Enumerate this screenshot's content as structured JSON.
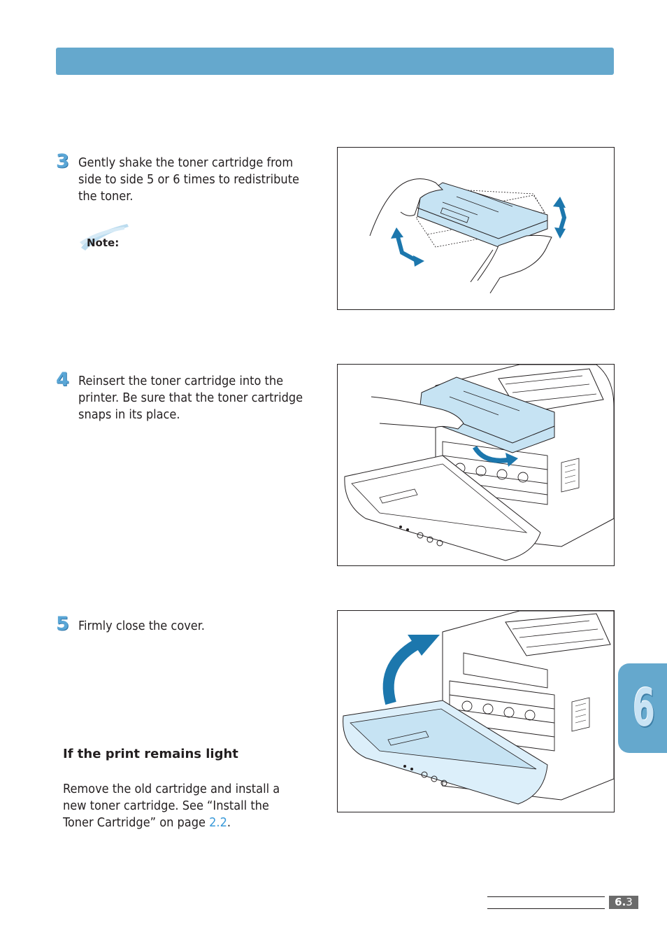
{
  "steps": [
    {
      "number": "3",
      "text": "Gently shake the toner cartridge from side to side 5 or 6 times to redistribute the toner."
    },
    {
      "number": "4",
      "text": "Reinsert the toner cartridge into the printer. Be sure that the toner cartridge snaps in its place."
    },
    {
      "number": "5",
      "text": "Firmly close the cover."
    }
  ],
  "note": {
    "label": "Note:"
  },
  "section": {
    "heading": "If the print remains light",
    "body_before_link": "Remove the old cartridge and install a new toner cartridge. See “Install the Toner Cartridge” on page ",
    "link_text": "2.2",
    "body_after_link": "."
  },
  "chapter_tab": {
    "number": "6"
  },
  "footer": {
    "chapter": "6.",
    "page": "3"
  },
  "colors": {
    "accent": "#65a8cd",
    "step_number": "#5aa6d6",
    "link": "#3a9ad9",
    "toner_blue": "#c6e3f3",
    "arrow_blue": "#1c77ad"
  },
  "icons": [
    "shake-arrows-icon",
    "insert-arrow-icon",
    "close-arrow-icon"
  ]
}
